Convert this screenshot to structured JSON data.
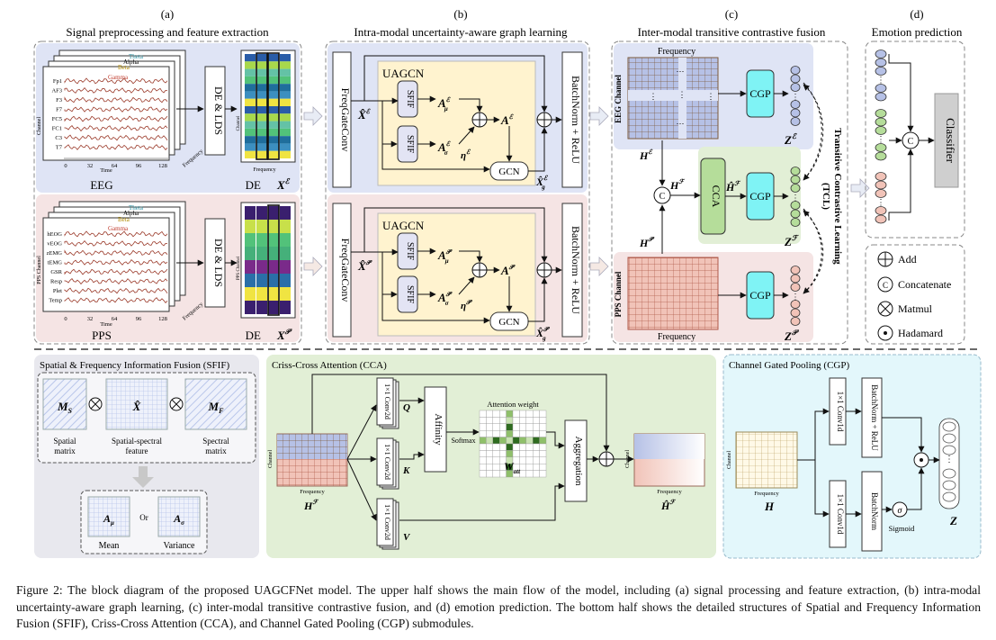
{
  "panels": {
    "a": {
      "letter": "(a)",
      "title": "Signal preprocessing and feature extraction"
    },
    "b": {
      "letter": "(b)",
      "title": "Intra-modal uncertainty-aware graph learning"
    },
    "c": {
      "letter": "(c)",
      "title": "Inter-modal transitive contrastive fusion"
    },
    "d": {
      "letter": "(d)",
      "title": "Emotion prediction"
    }
  },
  "eeg": {
    "band_labels": [
      "Theta",
      "Alpha",
      "Beta",
      "Gamma"
    ],
    "channels": [
      "Fp1",
      "AF3",
      "F3",
      "F7",
      "FC5",
      "FC1",
      "C3",
      "T7"
    ],
    "axis_ticks": [
      "0",
      "32",
      "64",
      "96",
      "128"
    ],
    "time_label": "Time",
    "channel_label": "Channel",
    "frequency_label": "Frequency",
    "name": "EEG",
    "de_label": "DE & LDS",
    "de_out": "DE"
  },
  "pps": {
    "band_labels": [
      "Theta",
      "Alpha",
      "Beta",
      "Gamma"
    ],
    "channels": [
      "hEOG",
      "vEOG",
      "zEMG",
      "tEMG",
      "GSR",
      "Resp",
      "Plet",
      "Temp"
    ],
    "axis_ticks": [
      "0",
      "32",
      "64",
      "96",
      "128"
    ],
    "time_label": "Time",
    "channel_label": "PPS Channel",
    "frequency_label": "Frequency",
    "name": "PPS",
    "de_label": "DE & LDS",
    "de_out": "DE"
  },
  "graph": {
    "freq_conv": "FreqGateConv",
    "uagcn": "UAGCN",
    "sfif": "SFIF",
    "gcn": "GCN",
    "bn_relu": "BatchNorm + ReLU"
  },
  "fusion": {
    "frequency": "Frequency",
    "eeg_channel": "EEG Channel",
    "pps_channel": "PPS Channel",
    "cgp": "CGP",
    "cca": "CCA",
    "concat": "C",
    "tcl": "Transitive Contrastive Learning",
    "tcl_abbr": "(TCL)"
  },
  "prediction": {
    "classifier": "Classifier",
    "concat": "C"
  },
  "legend": [
    "Add",
    "Concatenate",
    "Matmul",
    "Hadamard"
  ],
  "sfif_detail": {
    "title": "Spatial & Frequency Information Fusion (SFIF)",
    "spatial": [
      "Spatial",
      "matrix"
    ],
    "feature": [
      "Spatial-spectral",
      "feature"
    ],
    "spectral": [
      "Spectral",
      "matrix"
    ],
    "mean": "Mean",
    "or": "Or",
    "variance": "Variance"
  },
  "cca_detail": {
    "title": "Criss-Cross Attention (CCA)",
    "conv": "1×1 Conv2d",
    "affinity": "Affinity",
    "softmax": "Softmax",
    "attention_weight": "Attention weight",
    "aggregation": "Aggregation",
    "channel": "Channel",
    "frequency": "Frequency"
  },
  "cgp_detail": {
    "title": "Channel Gated Pooling (CGP)",
    "conv": "1×1 Conv1d",
    "bn_relu": "BatchNorm + ReLU",
    "bn": "BatchNorm",
    "sigmoid": "Sigmoid",
    "channel": "Channel",
    "frequency": "Frequency"
  },
  "caption": "Figure 2: The block diagram of the proposed UAGCFNet model. The upper half shows the main flow of the model, including (a) signal processing and feature extraction, (b) intra-modal uncertainty-aware graph learning, (c) inter-modal transitive contrastive fusion, and (d) emotion prediction. The bottom half shows the detailed structures of Spatial and Frequency Information Fusion (SFIF), Criss-Cross Attention (CCA), and Channel Gated Pooling (CGP) submodules.",
  "colors": {
    "eeg_bg": "#dfe4f5",
    "pps_bg": "#f5e4e4",
    "uagcn_bg": "#fff3cf",
    "cca_bg": "#e2efd6",
    "cgp_bg": "#e3f7fb",
    "sfif_bg": "#e8e8ee",
    "cgp_fill": "#7ff3f5",
    "cca_fill": "#b5dd9a"
  }
}
